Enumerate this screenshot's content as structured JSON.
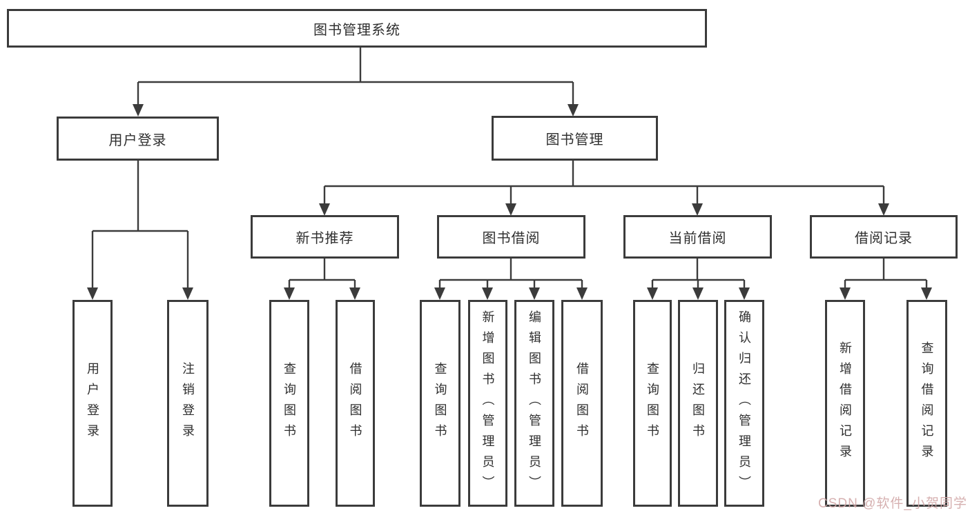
{
  "diagram_title": "图书管理系统",
  "colors": {
    "line": "#3b3b3b",
    "box_border": "#3b3b3b",
    "text": "#2f2f2f",
    "background": "#ffffff",
    "watermark": "#d2a8a8"
  },
  "nodes": {
    "root": "图书管理系统",
    "user_login": "用户登录",
    "book_mgmt": "图书管理",
    "new_book_rec": "新书推荐",
    "book_borrow": "图书借阅",
    "current_borrow": "当前借阅",
    "borrow_records": "借阅记录",
    "leaf_user_login": "用户登录",
    "leaf_logout": "注销登录",
    "leaf_query_books_rec": "查询图书",
    "leaf_borrow_books_rec": "借阅图书",
    "leaf_query_books_bor": "查询图书",
    "leaf_add_books_admin": "新增图书（管理员）",
    "leaf_edit_books_admin": "编辑图书（管理员）",
    "leaf_borrow_books_bor": "借阅图书",
    "leaf_query_books_cur": "查询图书",
    "leaf_return_books": "归还图书",
    "leaf_confirm_return_admin": "确认归还（管理员）",
    "leaf_add_borrow_record": "新增借阅记录",
    "leaf_query_borrow_record": "查询借阅记录"
  },
  "watermark": {
    "text": "CSDN @软件_小贺同学"
  }
}
